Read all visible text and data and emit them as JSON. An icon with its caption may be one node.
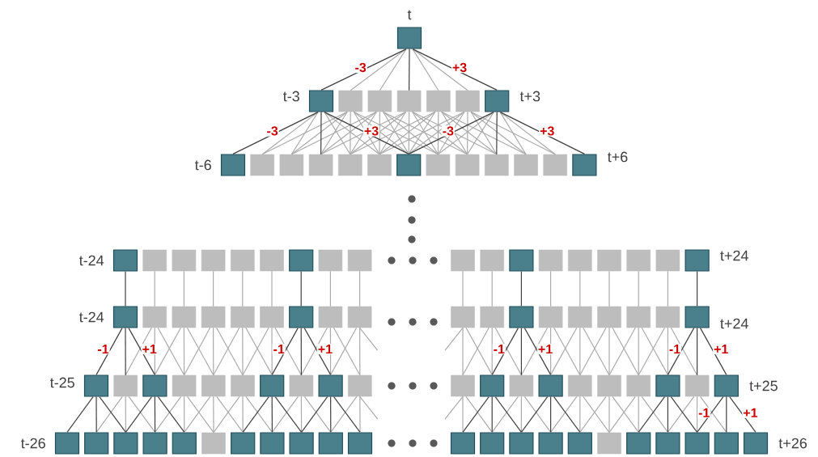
{
  "diagram": {
    "nodes": [
      {
        "text": [],
        "shape": "box",
        "beside": [
          "t"
        ]
      },
      {
        "text": [],
        "shape": "box",
        "beside": [
          "t-3"
        ]
      },
      {
        "text": [],
        "shape": "box"
      },
      {
        "text": [],
        "shape": "box"
      },
      {
        "text": [],
        "shape": "box"
      },
      {
        "text": [],
        "shape": "box"
      },
      {
        "text": [],
        "shape": "box"
      },
      {
        "text": [],
        "shape": "box",
        "beside": [
          "t+3"
        ]
      },
      {
        "text": [],
        "shape": "box",
        "beside": [
          "t-6"
        ]
      },
      {
        "text": [],
        "shape": "box"
      },
      {
        "text": [],
        "shape": "box"
      },
      {
        "text": [],
        "shape": "box"
      },
      {
        "text": [],
        "shape": "box"
      },
      {
        "text": [],
        "shape": "box"
      },
      {
        "text": [],
        "shape": "box"
      },
      {
        "text": [],
        "shape": "box"
      },
      {
        "text": [],
        "shape": "box"
      },
      {
        "text": [],
        "shape": "box"
      },
      {
        "text": [],
        "shape": "box"
      },
      {
        "text": [],
        "shape": "box"
      },
      {
        "text": [],
        "shape": "box",
        "beside": [
          "t+6"
        ]
      },
      {
        "text": [],
        "shape": "box",
        "beside": [
          "t-24"
        ]
      },
      {
        "text": [],
        "shape": "box"
      },
      {
        "text": [],
        "shape": "box"
      },
      {
        "text": [],
        "shape": "box"
      },
      {
        "text": [],
        "shape": "box"
      },
      {
        "text": [],
        "shape": "box"
      },
      {
        "text": [],
        "shape": "box"
      },
      {
        "text": [],
        "shape": "box"
      },
      {
        "text": [],
        "shape": "box"
      },
      {
        "text": [],
        "shape": "box",
        "beside": [
          "t-24"
        ]
      },
      {
        "text": [],
        "shape": "box"
      },
      {
        "text": [],
        "shape": "box"
      },
      {
        "text": [],
        "shape": "box"
      },
      {
        "text": [],
        "shape": "box"
      },
      {
        "text": [],
        "shape": "box"
      },
      {
        "text": [],
        "shape": "box"
      },
      {
        "text": [],
        "shape": "box"
      },
      {
        "text": [],
        "shape": "box"
      },
      {
        "text": [],
        "shape": "box",
        "beside": [
          "t-25"
        ]
      },
      {
        "text": [],
        "shape": "box"
      },
      {
        "text": [],
        "shape": "box"
      },
      {
        "text": [],
        "shape": "box"
      },
      {
        "text": [],
        "shape": "box"
      },
      {
        "text": [],
        "shape": "box"
      },
      {
        "text": [],
        "shape": "box"
      },
      {
        "text": [],
        "shape": "box"
      },
      {
        "text": [],
        "shape": "box"
      },
      {
        "text": [],
        "shape": "box"
      },
      {
        "text": [],
        "shape": "box",
        "beside": [
          "t-26"
        ]
      },
      {
        "text": [],
        "shape": "box"
      },
      {
        "text": [],
        "shape": "box"
      },
      {
        "text": [],
        "shape": "box"
      },
      {
        "text": [],
        "shape": "box"
      },
      {
        "text": [],
        "shape": "box"
      },
      {
        "text": [],
        "shape": "box"
      },
      {
        "text": [],
        "shape": "box"
      },
      {
        "text": [],
        "shape": "box"
      },
      {
        "text": [],
        "shape": "box"
      },
      {
        "text": [],
        "shape": "box"
      },
      {
        "text": [],
        "shape": "box"
      },
      {
        "text": [],
        "shape": "box"
      },
      {
        "text": [],
        "shape": "box"
      },
      {
        "text": [],
        "shape": "box"
      },
      {
        "text": [],
        "shape": "box"
      },
      {
        "text": [],
        "shape": "box"
      },
      {
        "text": [],
        "shape": "box"
      },
      {
        "text": [],
        "shape": "box"
      },
      {
        "text": [],
        "shape": "box",
        "beside": [
          "t+24"
        ]
      },
      {
        "text": [],
        "shape": "box"
      },
      {
        "text": [],
        "shape": "box"
      },
      {
        "text": [],
        "shape": "box"
      },
      {
        "text": [],
        "shape": "box"
      },
      {
        "text": [],
        "shape": "box"
      },
      {
        "text": [],
        "shape": "box"
      },
      {
        "text": [],
        "shape": "box"
      },
      {
        "text": [],
        "shape": "box"
      },
      {
        "text": [],
        "shape": "box",
        "beside": [
          "t+24"
        ]
      },
      {
        "text": [],
        "shape": "box"
      },
      {
        "text": [],
        "shape": "box"
      },
      {
        "text": [],
        "shape": "box"
      },
      {
        "text": [],
        "shape": "box"
      },
      {
        "text": [],
        "shape": "box"
      },
      {
        "text": [],
        "shape": "box"
      },
      {
        "text": [],
        "shape": "box"
      },
      {
        "text": [],
        "shape": "box"
      },
      {
        "text": [],
        "shape": "box"
      },
      {
        "text": [],
        "shape": "box",
        "beside": [
          "t+25"
        ]
      },
      {
        "text": [],
        "shape": "box"
      },
      {
        "text": [],
        "shape": "box"
      },
      {
        "text": [],
        "shape": "box"
      },
      {
        "text": [],
        "shape": "box"
      },
      {
        "text": [],
        "shape": "box"
      },
      {
        "text": [],
        "shape": "box"
      },
      {
        "text": [],
        "shape": "box"
      },
      {
        "text": [],
        "shape": "box"
      },
      {
        "text": [],
        "shape": "box"
      },
      {
        "text": [],
        "shape": "box"
      },
      {
        "text": [],
        "shape": "box",
        "beside": [
          "t+26"
        ]
      }
    ],
    "edges": [
      {
        "from": 0,
        "to": 1,
        "arrow": "none",
        "label": "-3",
        "color": "#404040"
      },
      {
        "from": 0,
        "to": 2,
        "arrow": "none"
      },
      {
        "from": 0,
        "to": 3,
        "arrow": "none"
      },
      {
        "from": 0,
        "to": 4,
        "arrow": "none",
        "color": "#404040"
      },
      {
        "from": 0,
        "to": 5,
        "arrow": "none"
      },
      {
        "from": 0,
        "to": 6,
        "arrow": "none"
      },
      {
        "from": 0,
        "to": 7,
        "arrow": "none",
        "label": "+3",
        "color": "#404040"
      },
      {
        "from": 1,
        "to": 8,
        "arrow": "none",
        "label": "-3",
        "color": "#404040"
      },
      {
        "from": 1,
        "to": 9,
        "arrow": "none"
      },
      {
        "from": 1,
        "to": 10,
        "arrow": "none"
      },
      {
        "from": 1,
        "to": 11,
        "arrow": "none",
        "color": "#404040"
      },
      {
        "from": 1,
        "to": 12,
        "arrow": "none"
      },
      {
        "from": 1,
        "to": 13,
        "arrow": "none"
      },
      {
        "from": 1,
        "to": 14,
        "arrow": "none",
        "label": "+3",
        "color": "#404040"
      },
      {
        "from": 2,
        "to": 9,
        "arrow": "none"
      },
      {
        "from": 2,
        "to": 10,
        "arrow": "none"
      },
      {
        "from": 2,
        "to": 11,
        "arrow": "none"
      },
      {
        "from": 2,
        "to": 12,
        "arrow": "none"
      },
      {
        "from": 2,
        "to": 13,
        "arrow": "none"
      },
      {
        "from": 2,
        "to": 14,
        "arrow": "none"
      },
      {
        "from": 2,
        "to": 15,
        "arrow": "none"
      },
      {
        "from": 3,
        "to": 10,
        "arrow": "none"
      },
      {
        "from": 3,
        "to": 11,
        "arrow": "none"
      },
      {
        "from": 3,
        "to": 12,
        "arrow": "none"
      },
      {
        "from": 3,
        "to": 13,
        "arrow": "none"
      },
      {
        "from": 3,
        "to": 14,
        "arrow": "none"
      },
      {
        "from": 3,
        "to": 15,
        "arrow": "none"
      },
      {
        "from": 3,
        "to": 16,
        "arrow": "none"
      },
      {
        "from": 4,
        "to": 11,
        "arrow": "none"
      },
      {
        "from": 4,
        "to": 12,
        "arrow": "none"
      },
      {
        "from": 4,
        "to": 13,
        "arrow": "none"
      },
      {
        "from": 4,
        "to": 14,
        "arrow": "none"
      },
      {
        "from": 4,
        "to": 15,
        "arrow": "none"
      },
      {
        "from": 4,
        "to": 16,
        "arrow": "none"
      },
      {
        "from": 4,
        "to": 17,
        "arrow": "none"
      },
      {
        "from": 5,
        "to": 12,
        "arrow": "none"
      },
      {
        "from": 5,
        "to": 13,
        "arrow": "none"
      },
      {
        "from": 5,
        "to": 14,
        "arrow": "none"
      },
      {
        "from": 5,
        "to": 15,
        "arrow": "none"
      },
      {
        "from": 5,
        "to": 16,
        "arrow": "none"
      },
      {
        "from": 5,
        "to": 17,
        "arrow": "none"
      },
      {
        "from": 5,
        "to": 18,
        "arrow": "none"
      },
      {
        "from": 6,
        "to": 13,
        "arrow": "none"
      },
      {
        "from": 6,
        "to": 14,
        "arrow": "none"
      },
      {
        "from": 6,
        "to": 15,
        "arrow": "none"
      },
      {
        "from": 6,
        "to": 16,
        "arrow": "none"
      },
      {
        "from": 6,
        "to": 17,
        "arrow": "none"
      },
      {
        "from": 6,
        "to": 18,
        "arrow": "none"
      },
      {
        "from": 6,
        "to": 19,
        "arrow": "none"
      },
      {
        "from": 7,
        "to": 14,
        "arrow": "none",
        "label": "-3",
        "color": "#404040"
      },
      {
        "from": 7,
        "to": 15,
        "arrow": "none"
      },
      {
        "from": 7,
        "to": 16,
        "arrow": "none"
      },
      {
        "from": 7,
        "to": 17,
        "arrow": "none",
        "color": "#404040"
      },
      {
        "from": 7,
        "to": 18,
        "arrow": "none"
      },
      {
        "from": 7,
        "to": 19,
        "arrow": "none"
      },
      {
        "from": 7,
        "to": 20,
        "arrow": "none",
        "label": "+3",
        "color": "#404040"
      },
      {
        "from": 21,
        "to": 30,
        "arrow": "none",
        "color": "#404040"
      },
      {
        "from": 22,
        "to": 31,
        "arrow": "none"
      },
      {
        "from": 23,
        "to": 32,
        "arrow": "none"
      },
      {
        "from": 24,
        "to": 33,
        "arrow": "none"
      },
      {
        "from": 25,
        "to": 34,
        "arrow": "none"
      },
      {
        "from": 26,
        "to": 35,
        "arrow": "none"
      },
      {
        "from": 27,
        "to": 36,
        "arrow": "none",
        "color": "#404040"
      },
      {
        "from": 28,
        "to": 37,
        "arrow": "none"
      },
      {
        "from": 29,
        "to": 38,
        "arrow": "none"
      },
      {
        "from": 30,
        "to": 39,
        "arrow": "none",
        "label": "-1",
        "color": "#404040"
      },
      {
        "from": 30,
        "to": 40,
        "arrow": "none",
        "color": "#404040"
      },
      {
        "from": 30,
        "to": 41,
        "arrow": "none",
        "label": "+1",
        "color": "#404040"
      },
      {
        "from": 31,
        "to": 40,
        "arrow": "none"
      },
      {
        "from": 31,
        "to": 41,
        "arrow": "none"
      },
      {
        "from": 31,
        "to": 42,
        "arrow": "none"
      },
      {
        "from": 32,
        "to": 41,
        "arrow": "none"
      },
      {
        "from": 32,
        "to": 42,
        "arrow": "none"
      },
      {
        "from": 32,
        "to": 43,
        "arrow": "none"
      },
      {
        "from": 33,
        "to": 42,
        "arrow": "none"
      },
      {
        "from": 33,
        "to": 43,
        "arrow": "none"
      },
      {
        "from": 33,
        "to": 44,
        "arrow": "none"
      },
      {
        "from": 34,
        "to": 43,
        "arrow": "none"
      },
      {
        "from": 34,
        "to": 44,
        "arrow": "none"
      },
      {
        "from": 34,
        "to": 45,
        "arrow": "none"
      },
      {
        "from": 35,
        "to": 44,
        "arrow": "none"
      },
      {
        "from": 35,
        "to": 45,
        "arrow": "none"
      },
      {
        "from": 35,
        "to": 46,
        "arrow": "none"
      },
      {
        "from": 36,
        "to": 45,
        "arrow": "none",
        "label": "-1",
        "color": "#404040"
      },
      {
        "from": 36,
        "to": 46,
        "arrow": "none",
        "color": "#404040"
      },
      {
        "from": 36,
        "to": 47,
        "arrow": "none",
        "label": "+1",
        "color": "#404040"
      },
      {
        "from": 37,
        "to": 46,
        "arrow": "none"
      },
      {
        "from": 37,
        "to": 47,
        "arrow": "none"
      },
      {
        "from": 37,
        "to": 48,
        "arrow": "none"
      },
      {
        "from": 38,
        "to": 47,
        "arrow": "none"
      },
      {
        "from": 38,
        "to": 48,
        "arrow": "none"
      },
      {
        "from": 38,
        "to": null,
        "arrow": "none"
      },
      {
        "from": 39,
        "to": 49,
        "arrow": "none",
        "color": "#404040"
      },
      {
        "from": 39,
        "to": 50,
        "arrow": "none",
        "color": "#404040"
      },
      {
        "from": 39,
        "to": 51,
        "arrow": "none",
        "color": "#404040"
      },
      {
        "from": 40,
        "to": 50,
        "arrow": "none"
      },
      {
        "from": 40,
        "to": 51,
        "arrow": "none"
      },
      {
        "from": 40,
        "to": 52,
        "arrow": "none"
      },
      {
        "from": 41,
        "to": 51,
        "arrow": "none",
        "color": "#404040"
      },
      {
        "from": 41,
        "to": 52,
        "arrow": "none",
        "color": "#404040"
      },
      {
        "from": 41,
        "to": 53,
        "arrow": "none",
        "color": "#404040"
      },
      {
        "from": 42,
        "to": 52,
        "arrow": "none"
      },
      {
        "from": 42,
        "to": 53,
        "arrow": "none"
      },
      {
        "from": 42,
        "to": 54,
        "arrow": "none"
      },
      {
        "from": 43,
        "to": 53,
        "arrow": "none"
      },
      {
        "from": 43,
        "to": 54,
        "arrow": "none"
      },
      {
        "from": 43,
        "to": 55,
        "arrow": "none"
      },
      {
        "from": 44,
        "to": 54,
        "arrow": "none"
      },
      {
        "from": 44,
        "to": 55,
        "arrow": "none"
      },
      {
        "from": 44,
        "to": 56,
        "arrow": "none"
      },
      {
        "from": 45,
        "to": 55,
        "arrow": "none",
        "color": "#404040"
      },
      {
        "from": 45,
        "to": 56,
        "arrow": "none",
        "color": "#404040"
      },
      {
        "from": 45,
        "to": 57,
        "arrow": "none",
        "color": "#404040"
      },
      {
        "from": 46,
        "to": 56,
        "arrow": "none"
      },
      {
        "from": 46,
        "to": 57,
        "arrow": "none"
      },
      {
        "from": 46,
        "to": 58,
        "arrow": "none"
      },
      {
        "from": 47,
        "to": 57,
        "arrow": "none",
        "color": "#404040"
      },
      {
        "from": 47,
        "to": 58,
        "arrow": "none",
        "color": "#404040"
      },
      {
        "from": 47,
        "to": 59,
        "arrow": "none",
        "color": "#404040"
      },
      {
        "from": 48,
        "to": 58,
        "arrow": "none"
      },
      {
        "from": 48,
        "to": 59,
        "arrow": "none"
      },
      {
        "from": 48,
        "to": null,
        "arrow": "none"
      },
      {
        "from": 60,
        "to": 69,
        "arrow": "none"
      },
      {
        "from": 61,
        "to": 70,
        "arrow": "none"
      },
      {
        "from": 62,
        "to": 71,
        "arrow": "none",
        "color": "#404040"
      },
      {
        "from": 63,
        "to": 72,
        "arrow": "none"
      },
      {
        "from": 64,
        "to": 73,
        "arrow": "none"
      },
      {
        "from": 65,
        "to": 74,
        "arrow": "none"
      },
      {
        "from": 66,
        "to": 75,
        "arrow": "none"
      },
      {
        "from": 67,
        "to": 76,
        "arrow": "none"
      },
      {
        "from": 68,
        "to": 77,
        "arrow": "none",
        "color": "#404040"
      },
      {
        "from": 69,
        "to": null,
        "arrow": "none"
      },
      {
        "from": 69,
        "to": 78,
        "arrow": "none"
      },
      {
        "from": 69,
        "to": 79,
        "arrow": "none"
      },
      {
        "from": 70,
        "to": 78,
        "arrow": "none"
      },
      {
        "from": 70,
        "to": 79,
        "arrow": "none"
      },
      {
        "from": 70,
        "to": 80,
        "arrow": "none"
      },
      {
        "from": 71,
        "to": 79,
        "arrow": "none",
        "label": "-1",
        "color": "#404040"
      },
      {
        "from": 71,
        "to": 80,
        "arrow": "none",
        "color": "#404040"
      },
      {
        "from": 71,
        "to": 81,
        "arrow": "none",
        "label": "+1",
        "color": "#404040"
      },
      {
        "from": 72,
        "to": 80,
        "arrow": "none"
      },
      {
        "from": 72,
        "to": 81,
        "arrow": "none"
      },
      {
        "from": 72,
        "to": 82,
        "arrow": "none"
      },
      {
        "from": 73,
        "to": 81,
        "arrow": "none"
      },
      {
        "from": 73,
        "to": 82,
        "arrow": "none"
      },
      {
        "from": 73,
        "to": 83,
        "arrow": "none"
      },
      {
        "from": 74,
        "to": 82,
        "arrow": "none"
      },
      {
        "from": 74,
        "to": 83,
        "arrow": "none"
      },
      {
        "from": 74,
        "to": 84,
        "arrow": "none"
      },
      {
        "from": 75,
        "to": 83,
        "arrow": "none"
      },
      {
        "from": 75,
        "to": 84,
        "arrow": "none"
      },
      {
        "from": 75,
        "to": 85,
        "arrow": "none"
      },
      {
        "from": 76,
        "to": 84,
        "arrow": "none"
      },
      {
        "from": 76,
        "to": 85,
        "arrow": "none"
      },
      {
        "from": 76,
        "to": 86,
        "arrow": "none"
      },
      {
        "from": 77,
        "to": 85,
        "arrow": "none",
        "label": "-1",
        "color": "#404040"
      },
      {
        "from": 77,
        "to": 86,
        "arrow": "none",
        "color": "#404040"
      },
      {
        "from": 77,
        "to": 87,
        "arrow": "none",
        "label": "+1",
        "color": "#404040"
      },
      {
        "from": 78,
        "to": null,
        "arrow": "none"
      },
      {
        "from": 78,
        "to": 88,
        "arrow": "none"
      },
      {
        "from": 78,
        "to": 89,
        "arrow": "none"
      },
      {
        "from": 79,
        "to": 88,
        "arrow": "none",
        "color": "#404040"
      },
      {
        "from": 79,
        "to": 89,
        "arrow": "none",
        "color": "#404040"
      },
      {
        "from": 79,
        "to": 90,
        "arrow": "none",
        "color": "#404040"
      },
      {
        "from": 80,
        "to": 89,
        "arrow": "none"
      },
      {
        "from": 80,
        "to": 90,
        "arrow": "none"
      },
      {
        "from": 80,
        "to": 91,
        "arrow": "none"
      },
      {
        "from": 81,
        "to": 90,
        "arrow": "none",
        "color": "#404040"
      },
      {
        "from": 81,
        "to": 91,
        "arrow": "none",
        "color": "#404040"
      },
      {
        "from": 81,
        "to": 92,
        "arrow": "none",
        "color": "#404040"
      },
      {
        "from": 82,
        "to": 91,
        "arrow": "none"
      },
      {
        "from": 82,
        "to": 92,
        "arrow": "none"
      },
      {
        "from": 82,
        "to": 93,
        "arrow": "none"
      },
      {
        "from": 83,
        "to": 92,
        "arrow": "none"
      },
      {
        "from": 83,
        "to": 93,
        "arrow": "none"
      },
      {
        "from": 83,
        "to": 94,
        "arrow": "none"
      },
      {
        "from": 84,
        "to": 93,
        "arrow": "none"
      },
      {
        "from": 84,
        "to": 94,
        "arrow": "none"
      },
      {
        "from": 84,
        "to": 95,
        "arrow": "none"
      },
      {
        "from": 85,
        "to": 94,
        "arrow": "none",
        "color": "#404040"
      },
      {
        "from": 85,
        "to": 95,
        "arrow": "none",
        "color": "#404040"
      },
      {
        "from": 85,
        "to": 96,
        "arrow": "none",
        "color": "#404040"
      },
      {
        "from": 86,
        "to": 95,
        "arrow": "none"
      },
      {
        "from": 86,
        "to": 96,
        "arrow": "none"
      },
      {
        "from": 86,
        "to": 97,
        "arrow": "none"
      },
      {
        "from": 87,
        "to": 96,
        "arrow": "none",
        "label": "-1",
        "color": "#404040"
      },
      {
        "from": 87,
        "to": 97,
        "arrow": "none",
        "color": "#404040"
      },
      {
        "from": 87,
        "to": 98,
        "arrow": "none",
        "label": "+1",
        "color": "#404040"
      }
    ]
  }
}
